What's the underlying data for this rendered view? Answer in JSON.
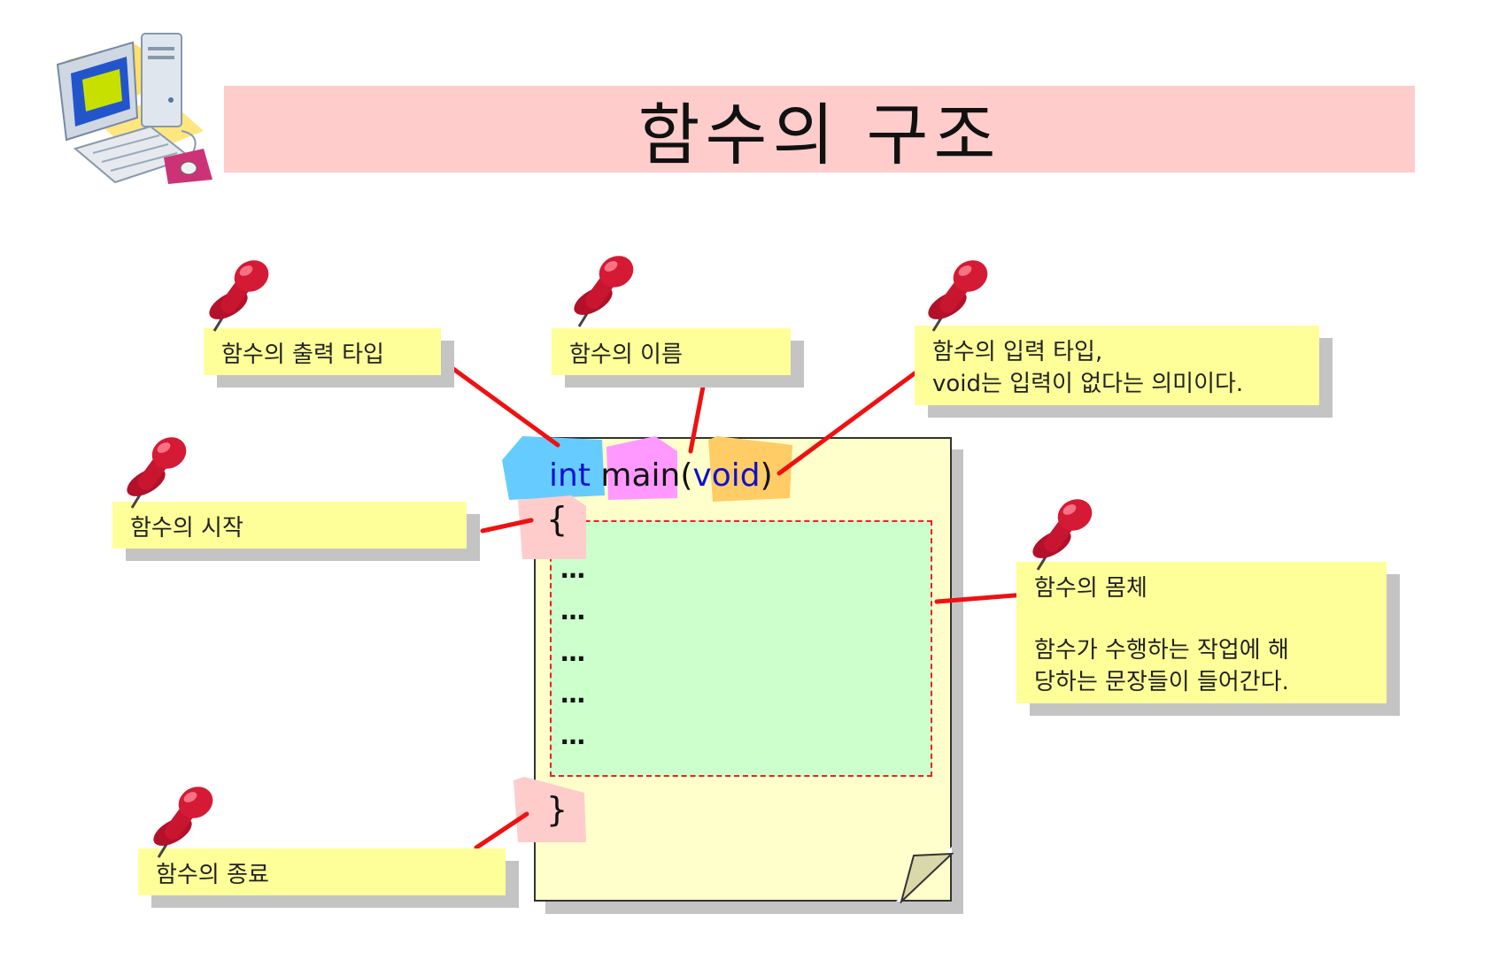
{
  "title": "함수의 구조",
  "code": {
    "type_kw": "int",
    "name_kw": "main(",
    "param_kw": "void",
    "close_paren": ")",
    "open_brace": "{",
    "close_brace": "}",
    "body_lines": [
      "…",
      "…",
      "…",
      "…",
      "…"
    ]
  },
  "notes": {
    "output_type": "함수의 출력 타입",
    "function_name": "함수의 이름",
    "input_type_line1": "함수의 입력 타입,",
    "input_type_line2": "void는 입력이 없다는 의미이다.",
    "start": "함수의 시작",
    "body_title": "함수의 몸체",
    "body_desc_line1": "함수가 수행하는 작업에 해",
    "body_desc_line2": "당하는 문장들이 들어간다.",
    "end": "함수의 종료"
  },
  "colors": {
    "title_bg": "#ffcccc",
    "note_bg": "#ffff99",
    "paper_bg": "#ffffcc",
    "body_bg": "#ccffcc",
    "type_tag": "#66ccff",
    "name_tag": "#ff99ff",
    "param_tag": "#ffcc66",
    "brace_tag": "#ffcccc",
    "connector": "#ee1111",
    "keyword": "#1111cc",
    "pin": "#cc1122"
  },
  "icons": [
    "computer-icon",
    "pushpin-icon"
  ]
}
